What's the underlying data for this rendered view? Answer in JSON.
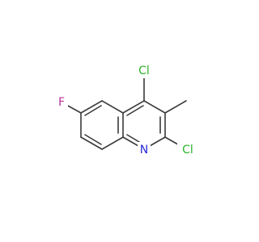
{
  "molecule": {
    "atoms": [
      {
        "id": "cl4",
        "label": "Cl",
        "color": "#2bb52b"
      },
      {
        "id": "cl2",
        "label": "Cl",
        "color": "#2bb52b"
      },
      {
        "id": "f6",
        "label": "F",
        "color": "#b8309e"
      },
      {
        "id": "n1",
        "label": "N",
        "color": "#2a2ad6"
      }
    ]
  }
}
